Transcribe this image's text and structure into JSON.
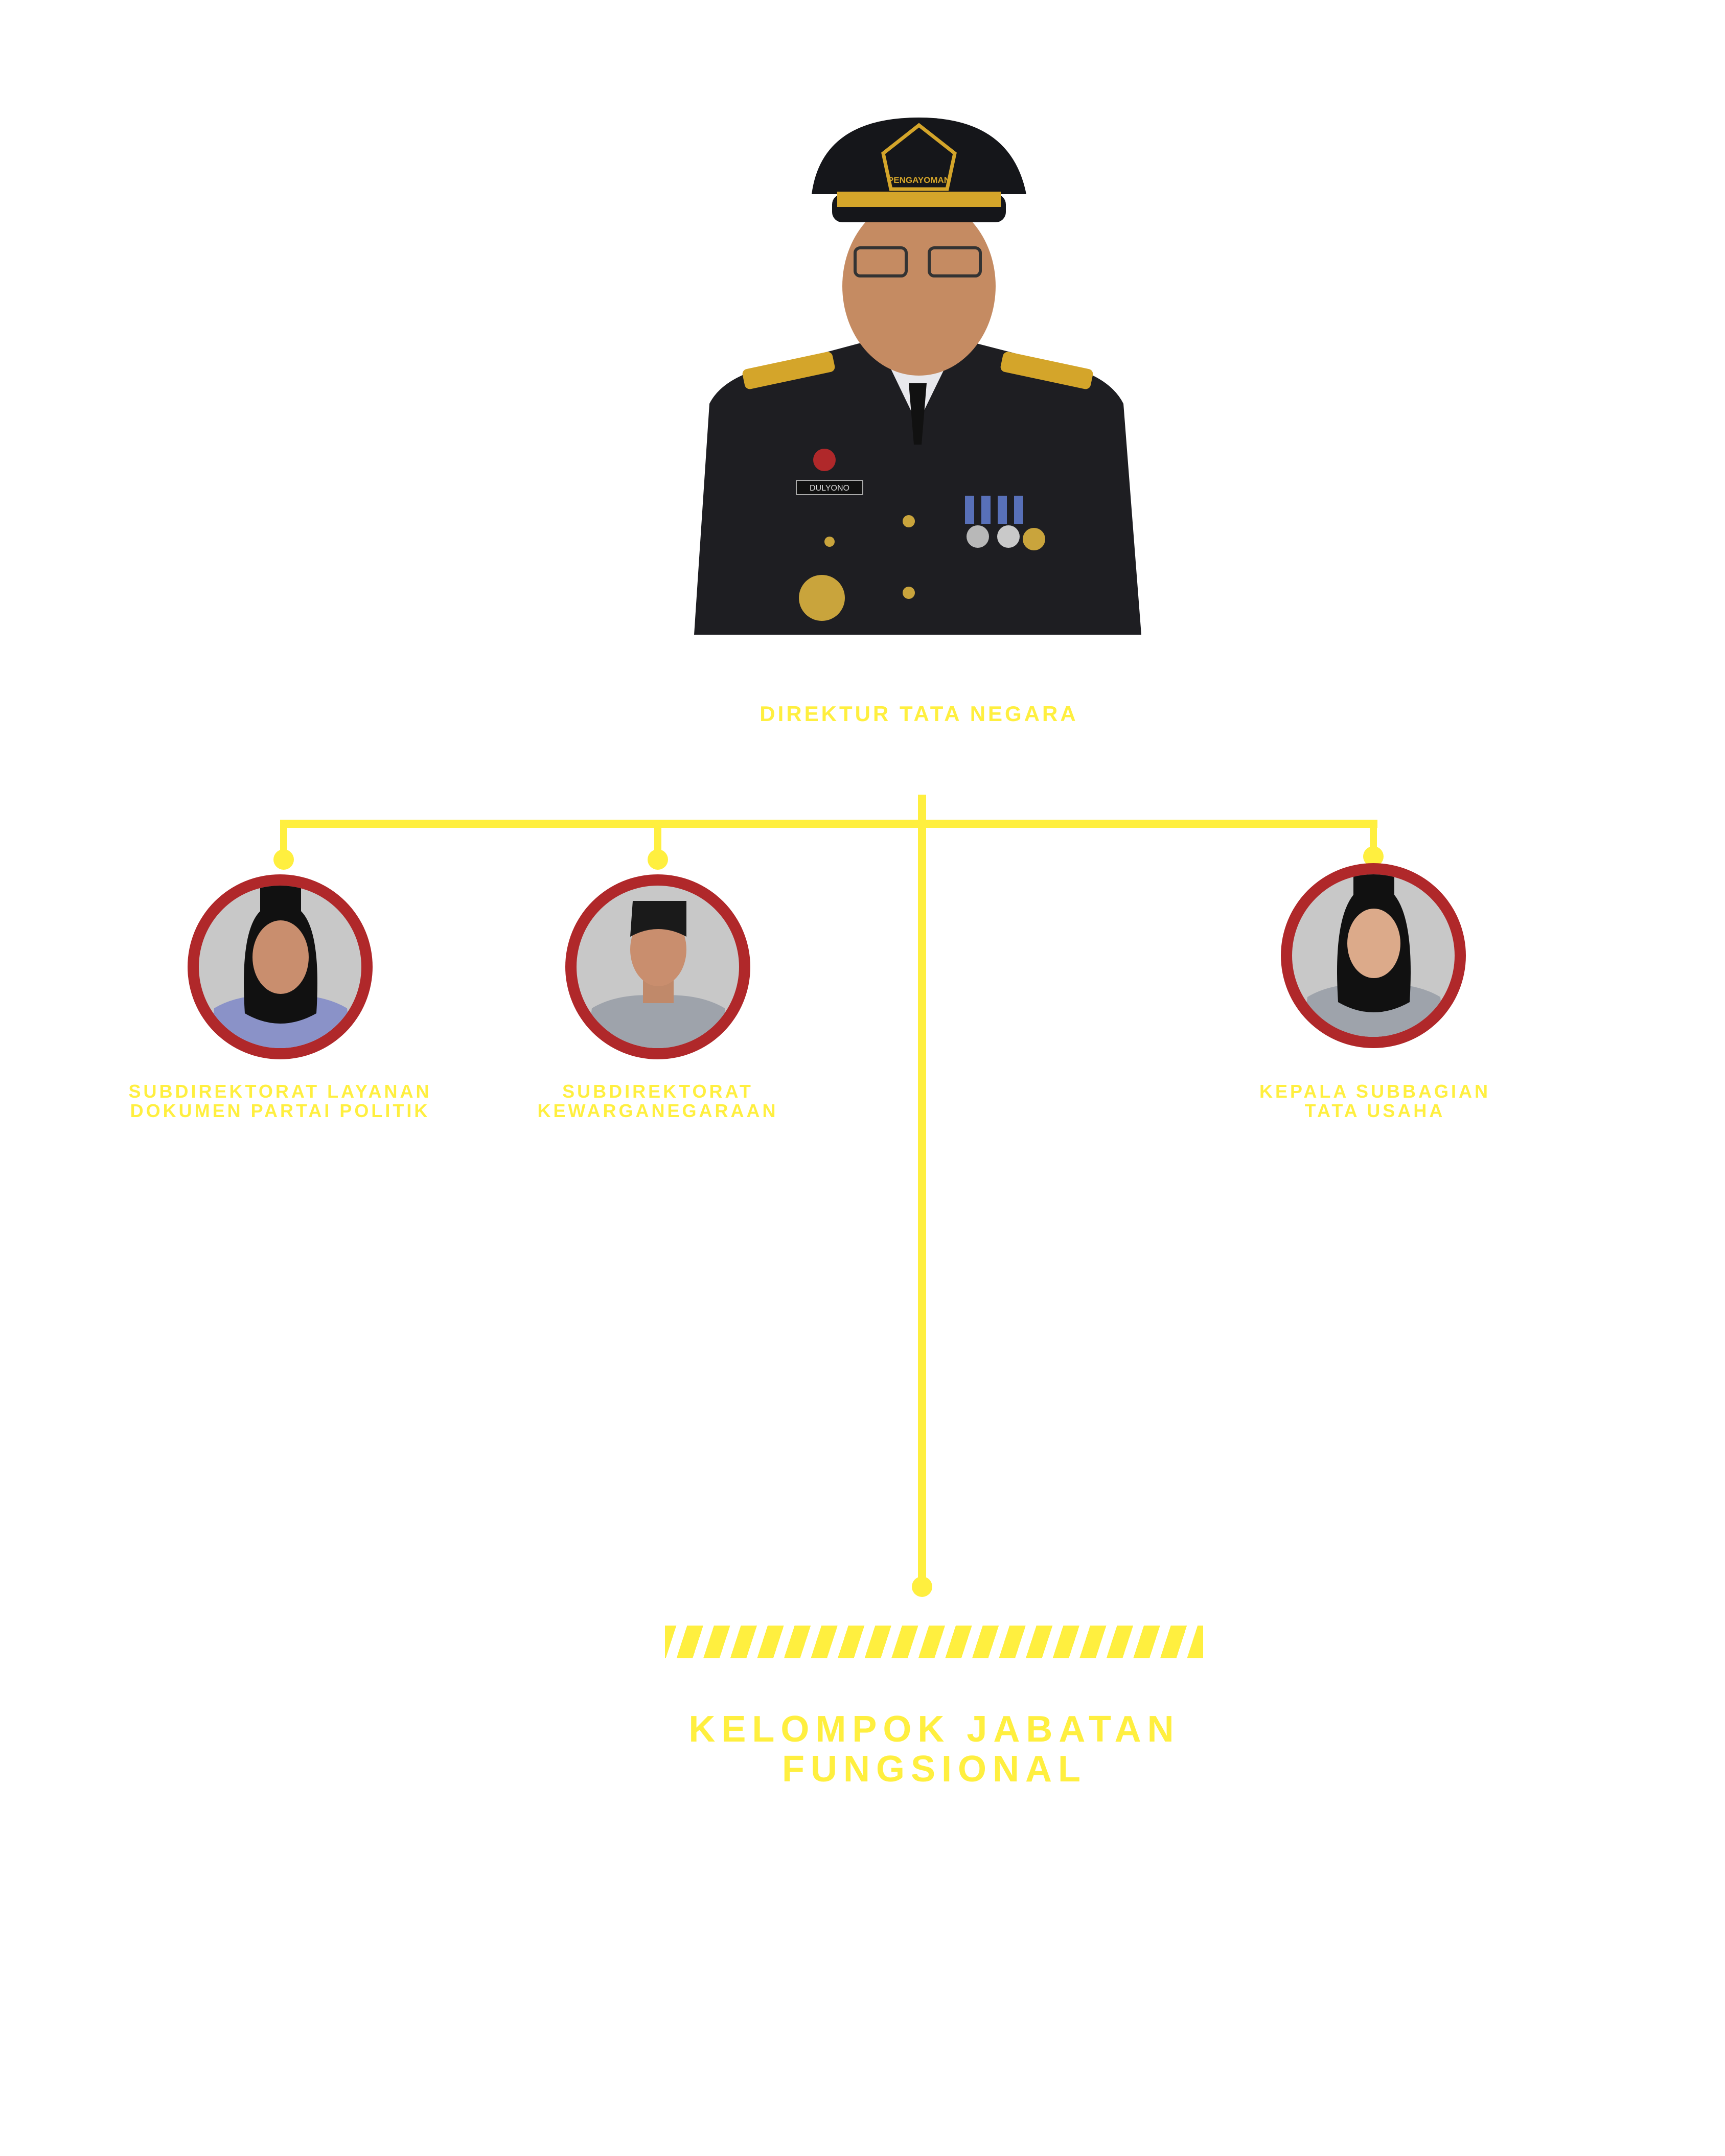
{
  "director": {
    "label": "DIREKTUR TATA NEGARA",
    "name_tag": "DULYONO",
    "cap_badge": "PENGAYOMAN"
  },
  "subordinates": [
    {
      "label_line1": "SUBDIREKTORAT LAYANAN",
      "label_line2": "DOKUMEN PARTAI POLITIK"
    },
    {
      "label_line1": "SUBDIREKTORAT",
      "label_line2": "KEWARGANEGARAAN"
    },
    {
      "label_line1": "KEPALA SUBBAGIAN",
      "label_line2": "TATA USAHA"
    }
  ],
  "functional_group": {
    "line1": "KELOMPOK JABATAN",
    "line2": "FUNGSIONAL"
  },
  "colors": {
    "accent": "#FFEF3F",
    "ring": "#B0282A",
    "photo_bg": "#C8C8C8"
  }
}
